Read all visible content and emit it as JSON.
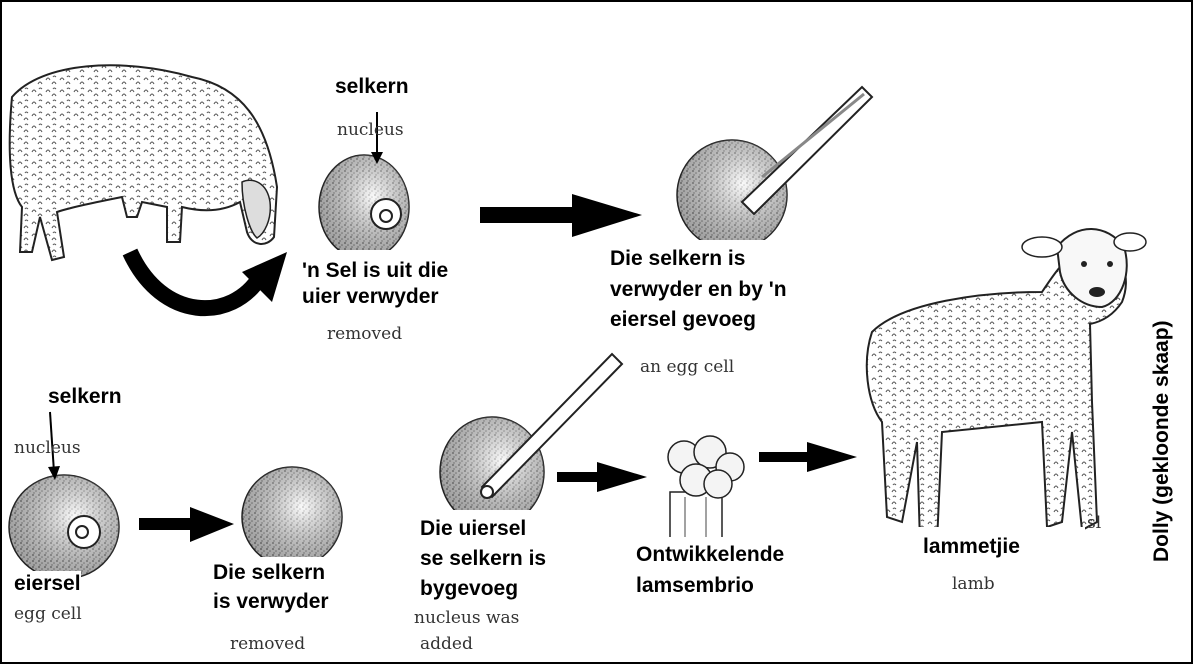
{
  "labels": {
    "nucleus_af_top": "selkern",
    "nucleus_af_bottom": "selkern",
    "udder_cell_removed": [
      "'n Sel is uit die",
      "uier verwyder"
    ],
    "nucleus_removed_added": [
      "Die selkern is",
      "verwyder en by 'n",
      "eiersel gevoeg"
    ],
    "egg_cell": "eiersel",
    "nucleus_removed": [
      "Die selkern",
      "is verwyder"
    ],
    "udder_nucleus_added": [
      "Die uiersel",
      "se selkern is",
      "bygevoeg"
    ],
    "developing_embryo": [
      "Ontwikkelende",
      "lamsembrio"
    ],
    "lamb": "lammetjie",
    "dolly": "Dolly (gekloonde skaap)"
  },
  "english": {
    "nucleus_top": "nucleus",
    "nucleus_bottom": "nucleus",
    "removed_top": "removed",
    "an_egg_cell": "an egg cell",
    "egg_cell": "egg cell",
    "removed_bottom": "removed",
    "nucleus_was": "nucleus was",
    "added": "added",
    "lamb": "lamb",
    "sl": "sl"
  },
  "colors": {
    "ink": "#000000",
    "paper": "#ffffff",
    "stipple": "#555555"
  }
}
